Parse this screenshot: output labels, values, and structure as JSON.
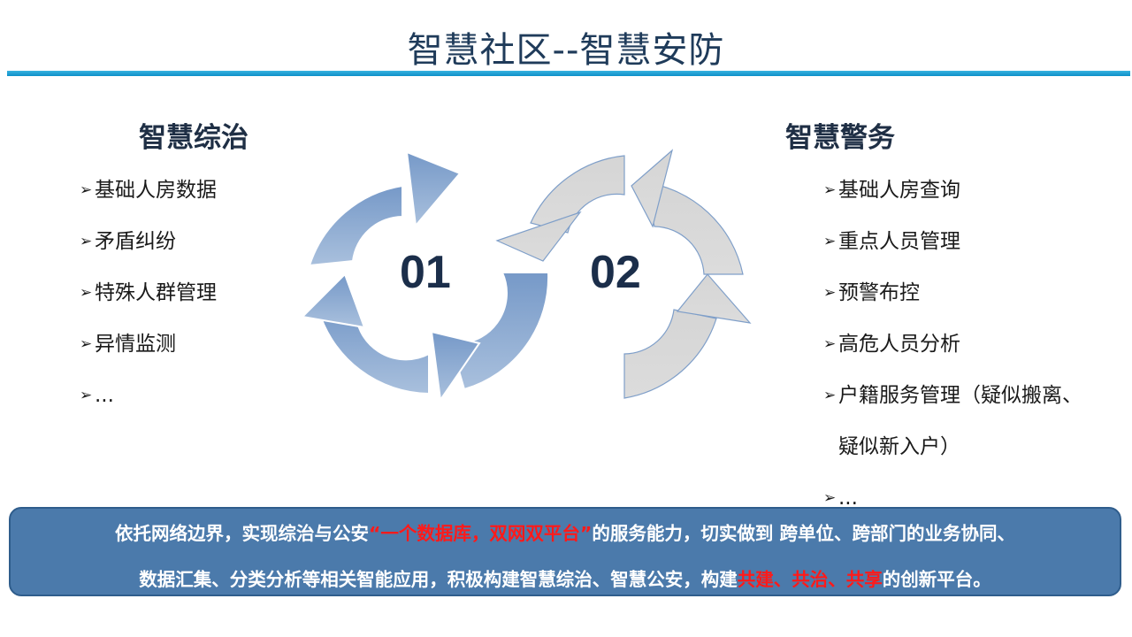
{
  "title": "智慧社区--智慧安防",
  "bullet_glyph": "➢",
  "left_section": {
    "heading": "智慧综治",
    "items": [
      "基础人房数据",
      "矛盾纠纷",
      "特殊人群管理",
      "异情监测",
      "..."
    ]
  },
  "right_section": {
    "heading": "智慧警务",
    "items": [
      "基础人房查询",
      "重点人员管理",
      "预警布控",
      "高危人员分析",
      "户籍服务管理（疑似搬离、",
      "..."
    ],
    "continuation": "疑似新入户）"
  },
  "cycle_labels": [
    "01",
    "02"
  ],
  "cycle_colors": {
    "left": "#7f9fc9",
    "right": "#d9d9d9"
  },
  "summary": {
    "line1_a": "依托网络边界，实现综治与公安",
    "line1_highlight": "“一个数据库，双网双平台”",
    "line1_b": "的服务能力，切实做到 跨单位、跨部门的业务协同、",
    "line2_a": "数据汇集、分类分析等相关智能应用，积极构建智慧综治、智慧公安，构建",
    "line2_highlight": "共建、共治、共享",
    "line2_b": "的创新平台。"
  }
}
